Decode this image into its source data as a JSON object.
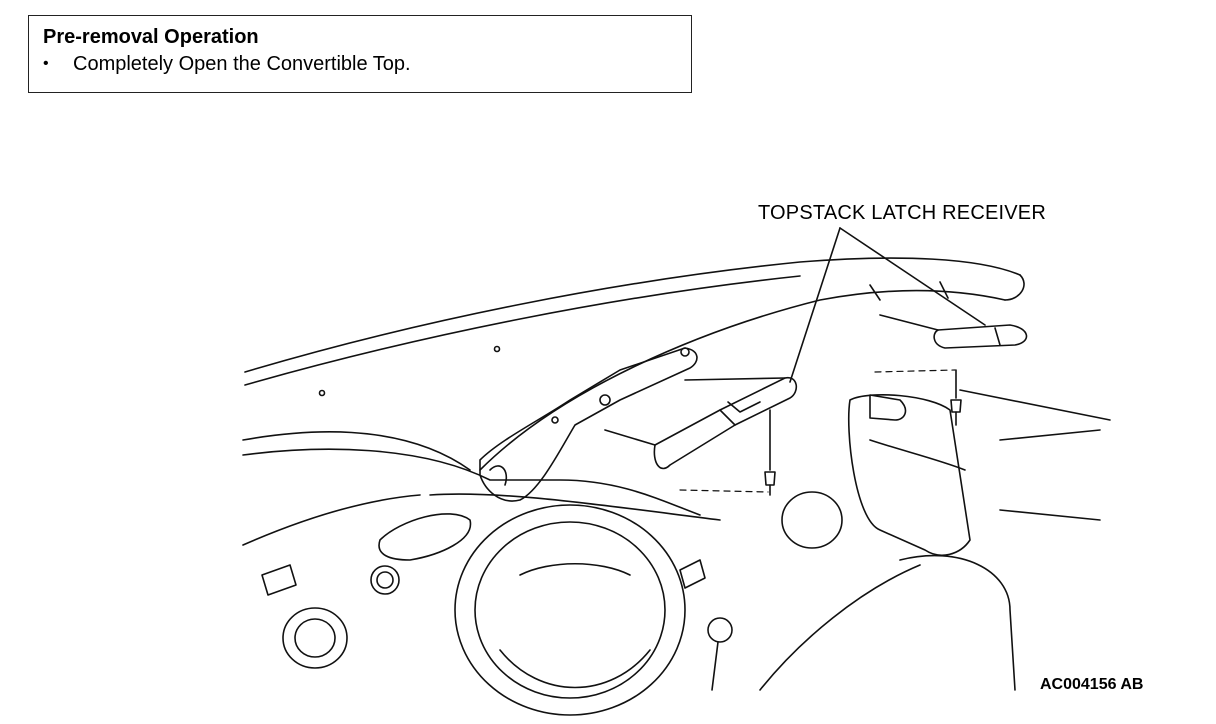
{
  "pre_removal": {
    "title": "Pre-removal Operation",
    "bullet": "•",
    "items": [
      "Completely Open the Convertible Top."
    ]
  },
  "figure": {
    "callout_label": "TOPSTACK LATCH RECEIVER",
    "code": "AC004156 AB"
  }
}
